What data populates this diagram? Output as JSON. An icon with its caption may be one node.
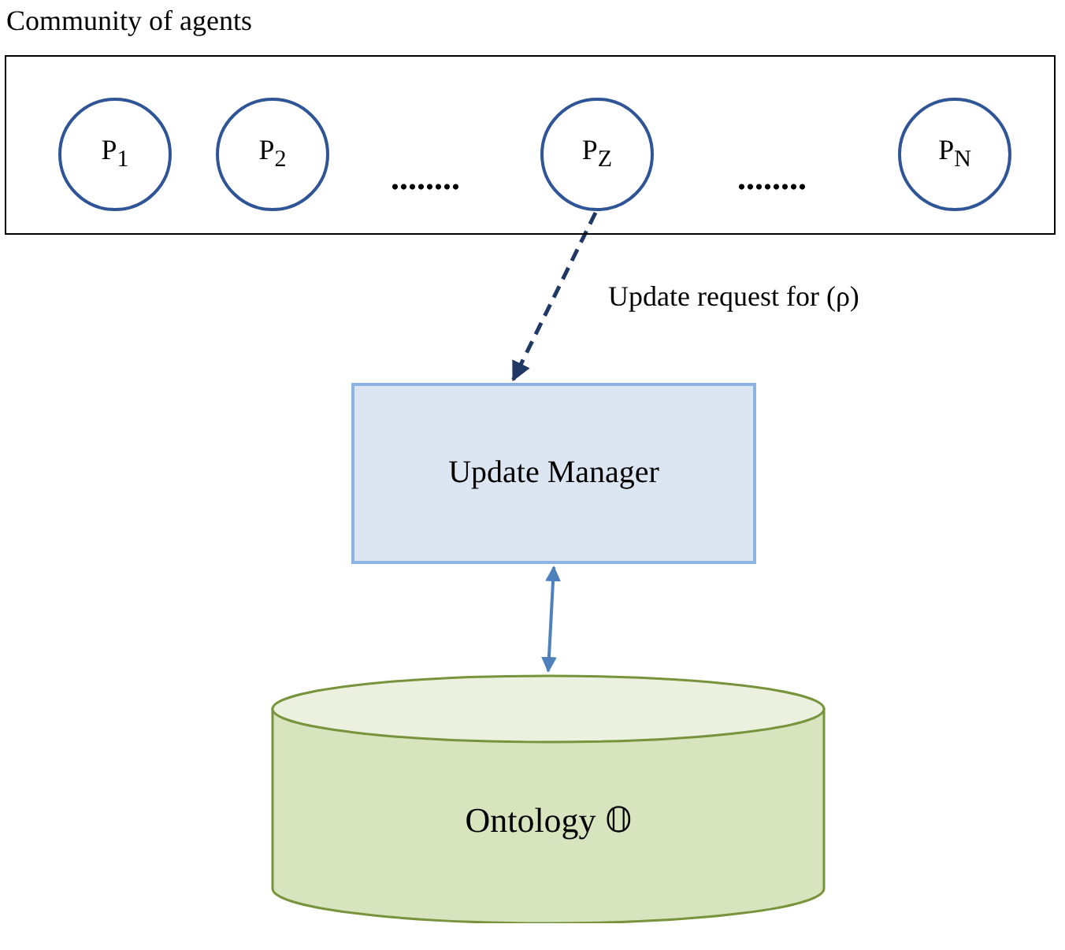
{
  "diagram": {
    "nodes": [
      {
        "text": [
          "Community of agents"
        ]
      },
      {
        "text": [
          "P$_{1}$"
        ],
        "in": 0
      },
      {
        "text": [
          "P$_{2}$"
        ],
        "in": 0
      },
      {
        "text": [
          "P$_{Z}$"
        ],
        "in": 0
      },
      {
        "text": [
          "P$_{N}$"
        ],
        "in": 0
      },
      {
        "text": [
          "Update Manager"
        ]
      },
      {
        "text": [
          "Ontology 𝕆"
        ]
      }
    ],
    "edges": [
      {
        "from": 3,
        "to": 5,
        "arrow": "to",
        "label": "Update request for (ρ)",
        "style": "dashed",
        "color": "#1f3864"
      },
      {
        "from": 5,
        "to": 6,
        "arrow": "both",
        "color": "#4f81bd"
      }
    ],
    "labels": [
      "........",
      "........"
    ]
  }
}
